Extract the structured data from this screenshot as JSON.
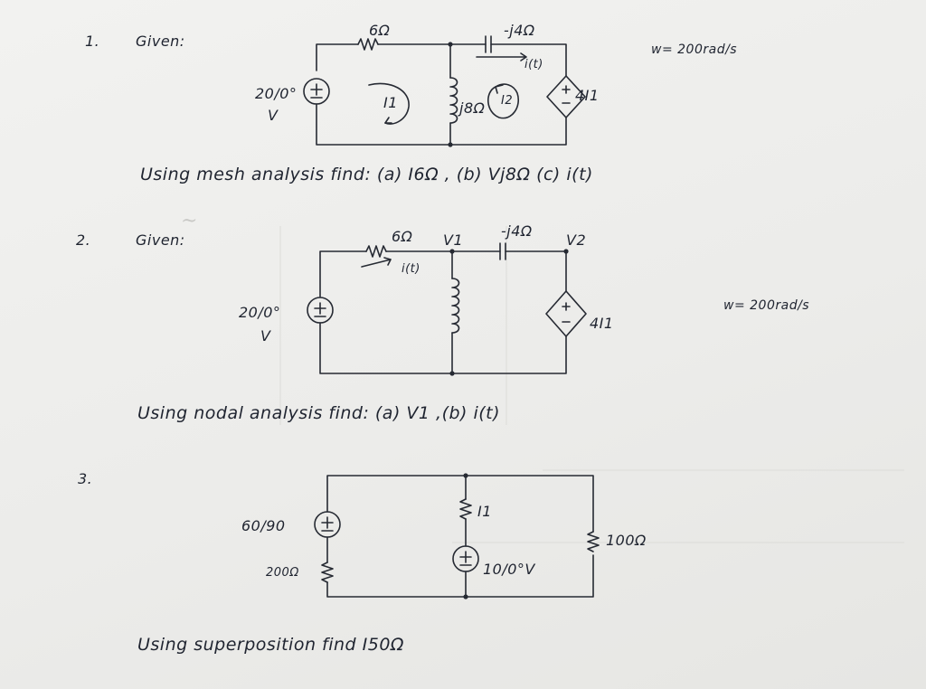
{
  "problems": [
    {
      "number": "1.",
      "given": "Given:",
      "omega": "w= 200rad/s",
      "resistor": "6Ω",
      "capacitor": "-j4Ω",
      "current": "i(t)",
      "source_value": "20/0°",
      "source_unit": "V",
      "inductor": "j8Ω",
      "mesh_1": "I1",
      "mesh_2": "I2",
      "dependent_source": "4I1",
      "task": "Using mesh analysis find: (a) I6Ω , (b) Vj8Ω  (c) i(t)"
    },
    {
      "number": "2.",
      "given": "Given:",
      "omega": "w= 200rad/s",
      "resistor": "6Ω",
      "node_1": "V1",
      "capacitor": "-j4Ω",
      "node_2": "V2",
      "current": "i(t)",
      "source_value": "20/0°",
      "source_unit": "V",
      "dependent_source": "4I1",
      "task": "Using nodal analysis find: (a) V1 ,(b) i(t)"
    },
    {
      "number": "3.",
      "source_left": "60/90",
      "resistor_left": "200Ω",
      "current": "I1",
      "source_mid": "10/0°V",
      "resistor_right": "100Ω",
      "task": "Using superposition find I50Ω"
    }
  ]
}
